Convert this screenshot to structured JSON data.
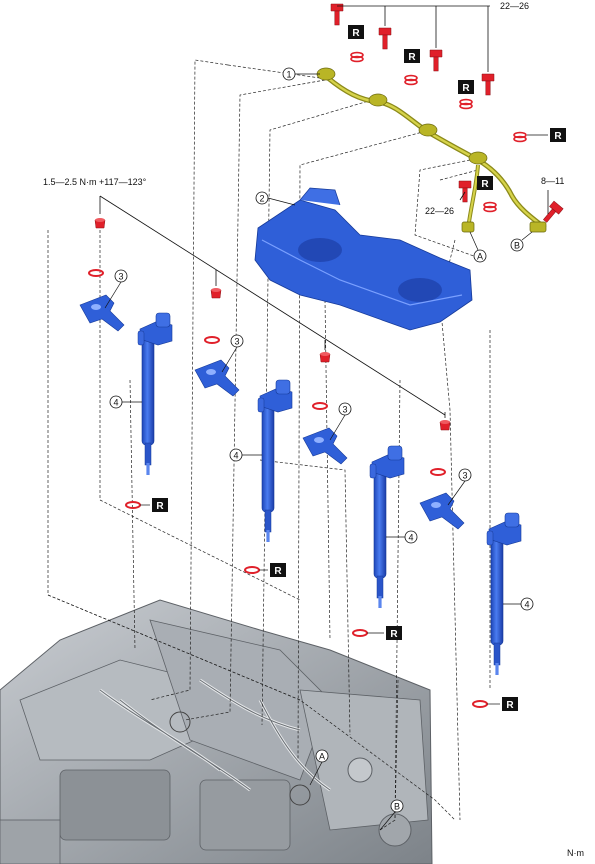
{
  "torque": {
    "upper_bolts": "22—26",
    "side_bolt": "8—11",
    "lower_bolt": "22—26",
    "clamp_bolts": "1.5—2.5 N·m +117—123°"
  },
  "callouts": {
    "one": "1",
    "two": "2",
    "three": "3",
    "four": "4",
    "point_a": "A",
    "point_b": "B"
  },
  "replace_mark": "R",
  "unit": "N·m",
  "colors": {
    "part_blue": "#2f5fd8",
    "part_red": "#e0202a",
    "pipe_yellow": "#b9b526",
    "engine_gray": "#9aa0a6"
  }
}
